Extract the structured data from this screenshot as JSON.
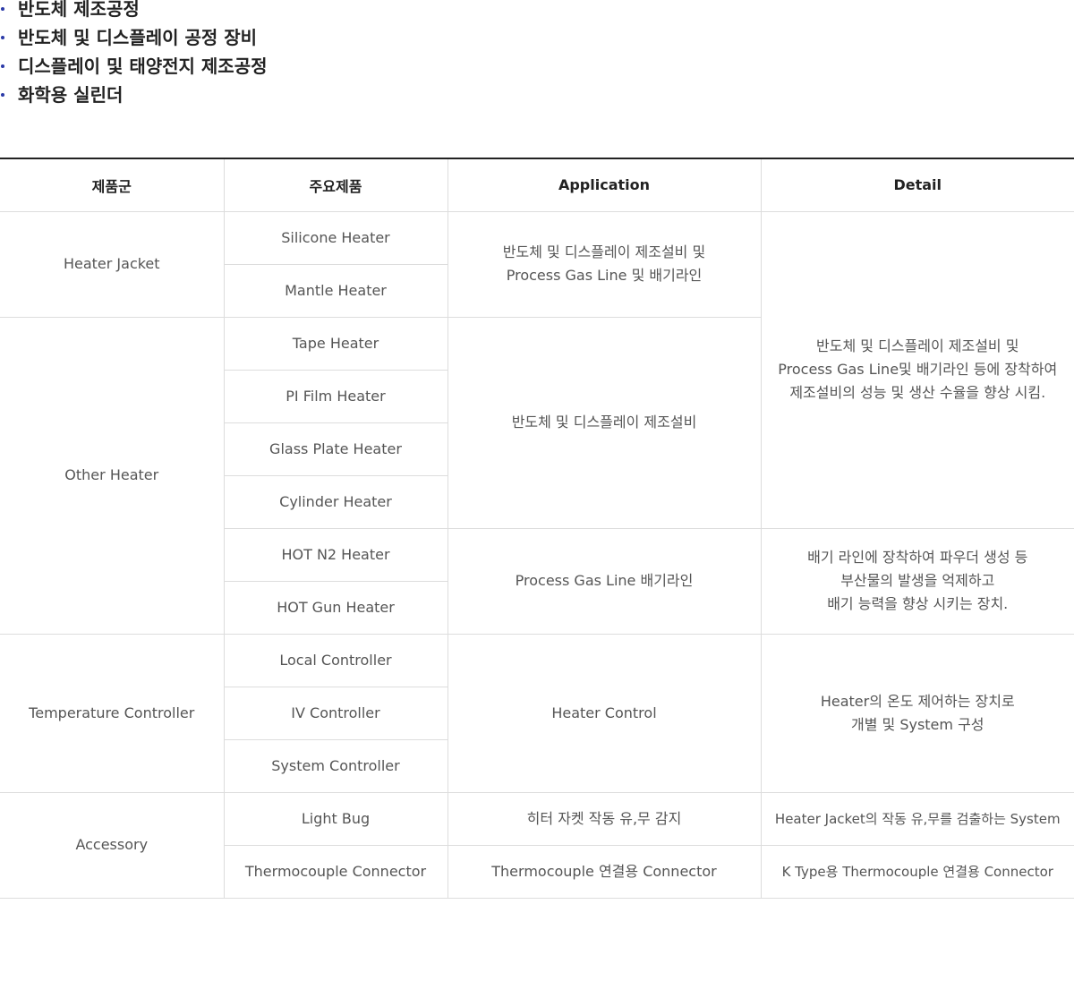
{
  "bullets": [
    "반도체 제조공정",
    "반도체 및 디스플레이 공정 장비",
    "디스플레이 및 태양전지 제조공정",
    "화학용 실린더"
  ],
  "table": {
    "headers": {
      "group": "제품군",
      "product": "주요제품",
      "application": "Application",
      "detail": "Detail"
    },
    "groups": {
      "heater_jacket": "Heater Jacket",
      "other_heater": "Other Heater",
      "temperature_controller": "Temperature Controller",
      "accessory": "Accessory"
    },
    "products": {
      "silicone_heater": "Silicone Heater",
      "mantle_heater": "Mantle Heater",
      "tape_heater": "Tape Heater",
      "pi_film_heater": "PI Film Heater",
      "glass_plate_heater": "Glass Plate Heater",
      "cylinder_heater": "Cylinder Heater",
      "hot_n2_heater": "HOT N2 Heater",
      "hot_gun_heater": "HOT Gun Heater",
      "local_controller": "Local Controller",
      "iv_controller": "IV Controller",
      "system_controller": "System Controller",
      "light_bug": "Light Bug",
      "thermocouple_connector": "Thermocouple Connector"
    },
    "applications": {
      "heater_jacket_line1": "반도체 및 디스플레이 제조설비 및",
      "heater_jacket_line2": "Process Gas Line 및 배기라인",
      "other_heater": "반도체 및 디스플레이 제조설비",
      "hot_heaters": "Process Gas Line 배기라인",
      "controllers": "Heater Control",
      "light_bug": "히터 자켓 작동 유,무 감지",
      "thermocouple_connector": "Thermocouple 연결용 Connector"
    },
    "details": {
      "heaters_line1": "반도체 및 디스플레이 제조설비 및",
      "heaters_line2": "Process Gas Line및  배기라인  등에 장착하여",
      "heaters_line3": "제조설비의 성능 및 생산 수율을 향상 시킴.",
      "hot_heaters_line1": "배기 라인에 장착하여 파우더 생성 등",
      "hot_heaters_line2": "부산물의 발생을 억제하고",
      "hot_heaters_line3": "배기 능력을 향상 시키는 장치.",
      "controllers_line1": "Heater의 온도 제어하는 장치로",
      "controllers_line2": "개별 및 System 구성",
      "light_bug": "Heater Jacket의 작동 유,무를 검출하는 System",
      "thermocouple_connector": "K Type용 Thermocouple 연결용 Connector"
    }
  }
}
